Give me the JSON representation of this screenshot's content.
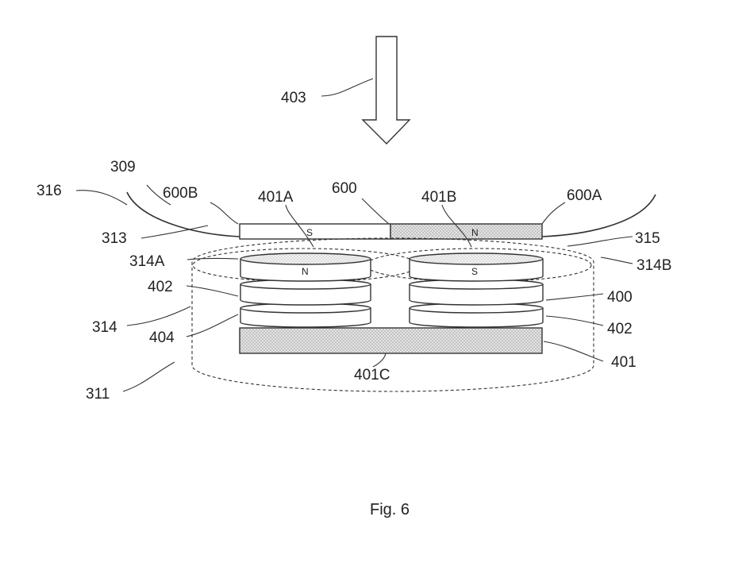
{
  "figure": {
    "caption": "Fig. 6",
    "colors": {
      "stroke": "#333333",
      "text": "#222222",
      "hatch_fill": "#d6d6d6",
      "background": "#ffffff"
    },
    "poles": {
      "upper_left": "S",
      "upper_right": "N",
      "magnet_left": "N",
      "magnet_right": "S"
    },
    "labels": {
      "l403": "403",
      "l309": "309",
      "l316": "316",
      "l600B": "600B",
      "l401A": "401A",
      "l600": "600",
      "l401B": "401B",
      "l600A": "600A",
      "l313": "313",
      "l315": "315",
      "l314A": "314A",
      "l314B": "314B",
      "l402_left": "402",
      "l400": "400",
      "l314": "314",
      "l404": "404",
      "l402_right": "402",
      "l401": "401",
      "l401C": "401C",
      "l311": "311"
    }
  }
}
